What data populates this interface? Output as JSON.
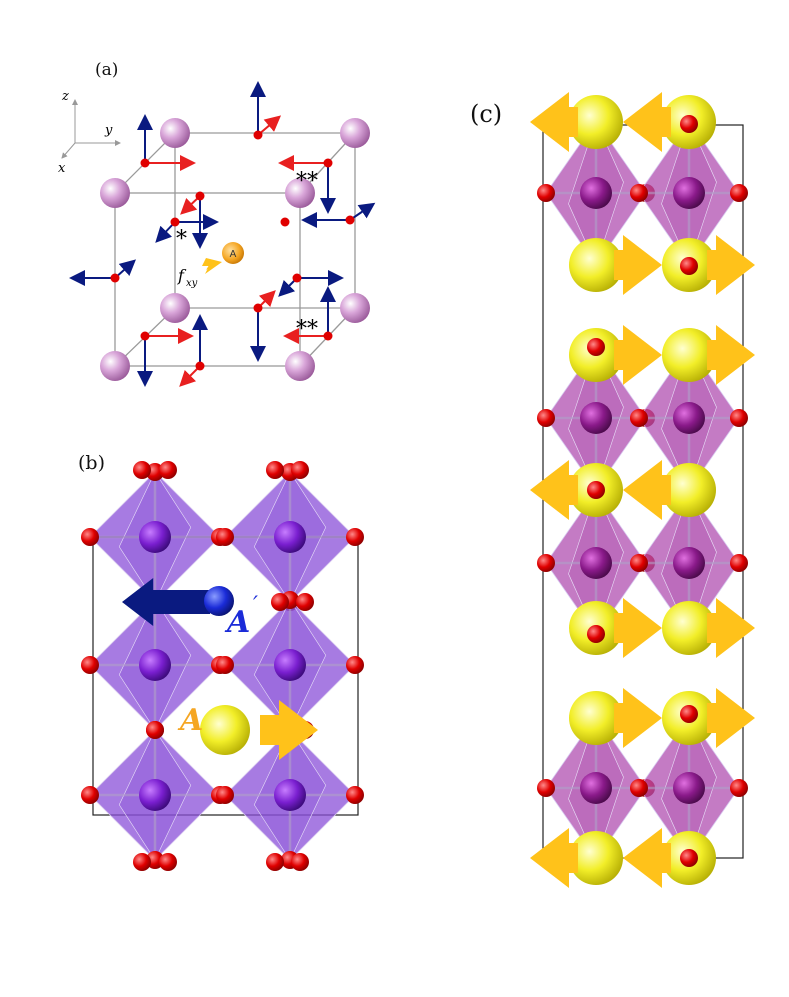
{
  "panels": {
    "a": {
      "label": "(a)",
      "axes": {
        "z": "z",
        "y": "y",
        "x": "x"
      },
      "stars": [
        "*",
        "**",
        "**"
      ],
      "atom_label": "A",
      "force_label": "f",
      "force_subscript": "xy"
    },
    "b": {
      "label": "(b)",
      "site_A": "A",
      "site_A_prime": "A",
      "prime_mark": "′"
    },
    "c": {
      "label": "(c)",
      "arrow_rows": [
        {
          "dir": "left"
        },
        {
          "dir": "right"
        },
        {
          "dir": "right"
        },
        {
          "dir": "left"
        },
        {
          "dir": "right"
        },
        {
          "dir": "right"
        },
        {
          "dir": "left"
        }
      ]
    }
  },
  "colors": {
    "oxygen": "#e80000",
    "b_site": "#8a2be2",
    "octahedron_b": "#8a4fd8",
    "octahedron_c": "#b04fb0",
    "a_site": "#f2ee28",
    "a_prime": "#1a2bd8",
    "arrow_yellow": "#ffc21a",
    "arrow_navy": "#0a1a80",
    "vec_red": "#e82020",
    "vec_blue": "#0a1a80",
    "a_orange": "#f5a623"
  }
}
